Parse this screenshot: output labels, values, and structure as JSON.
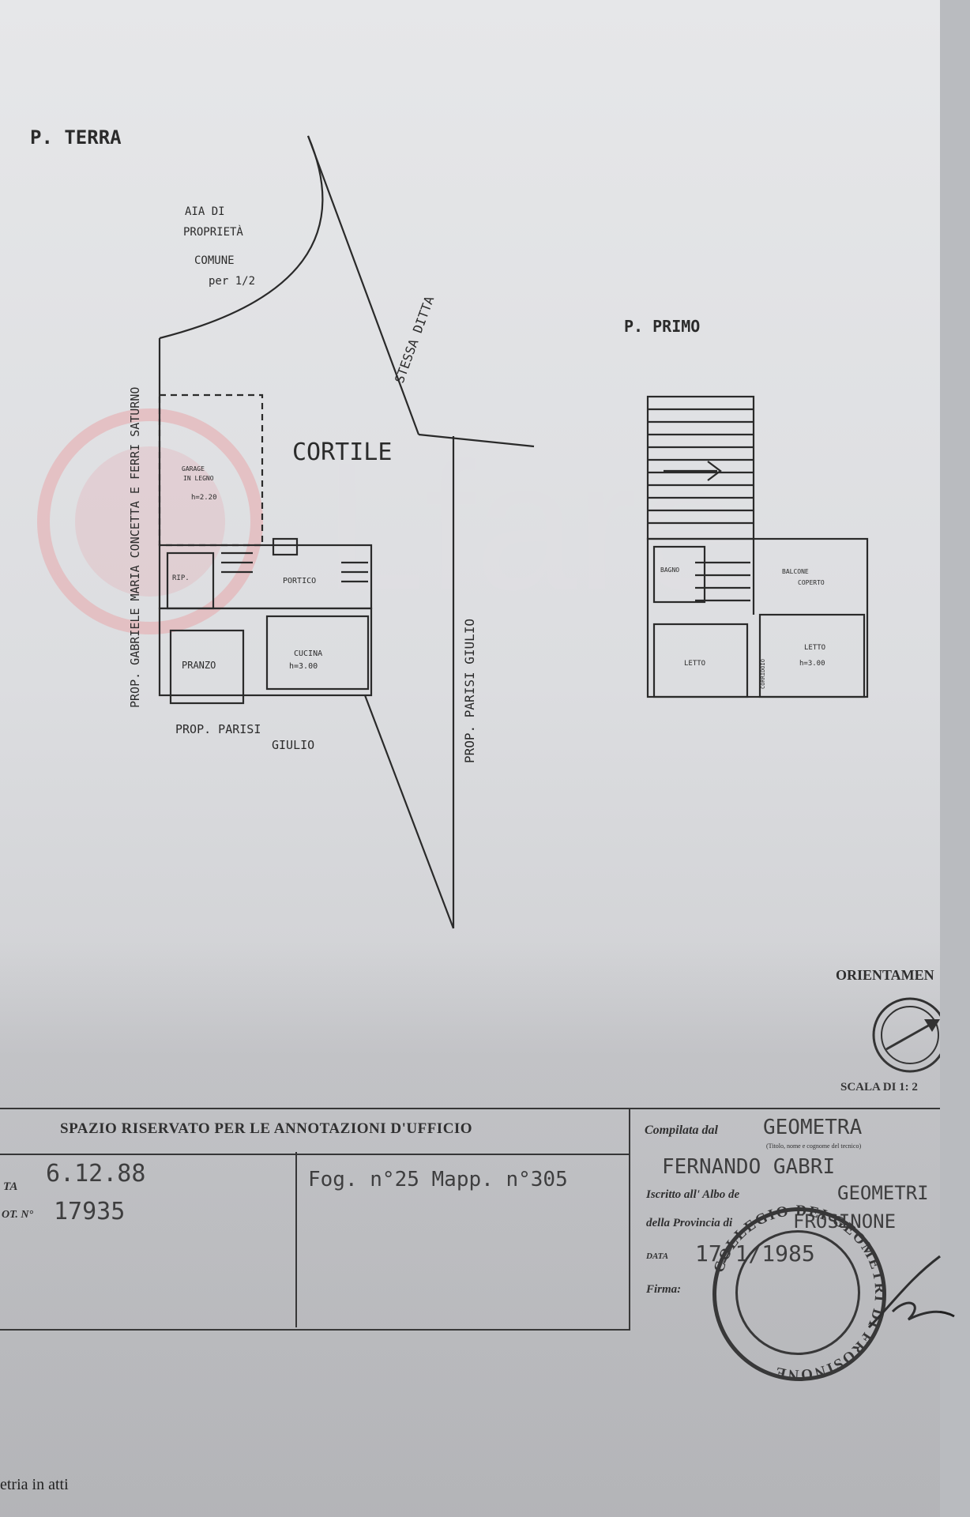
{
  "drawing": {
    "ground_floor_label": "P. TERRA",
    "first_floor_label": "P. PRIMO",
    "aia_lines": [
      "AIA DI",
      "PROPRIETÀ",
      "COMUNE",
      "per 1/2"
    ],
    "stessa_ditta": "STESSA DITTA",
    "prop_gabriele": "PROP. GABRIELE MARIA CONCETTA E FERRI SATURNO",
    "prop_parisi_bottom": [
      "PROP. PARISI",
      "GIULIO"
    ],
    "prop_parisi_vertical": "PROP. PARISI GIULIO",
    "cortile": "CORTILE",
    "rooms_ground": {
      "garage": [
        "GARAGE",
        "IN LEGNO",
        "h=2.20"
      ],
      "rip": "RIP.",
      "portico": "PORTICO",
      "pranzo": "PRANZO",
      "cucina": [
        "CUCINA",
        "h=3.00"
      ]
    },
    "rooms_first": {
      "bagno": "BAGNO",
      "balcone": [
        "BALCONE",
        "COPERTO"
      ],
      "letto_left": "LETTO",
      "corridoio": "CORRIDOIO",
      "letto_right": [
        "LETTO",
        "h=3.00"
      ]
    },
    "orientation_label": "ORIENTAMEN",
    "scale_label": "SCALA DI 1: 2"
  },
  "watermark": {
    "text": "Lfare",
    "color": "#e7a7ab"
  },
  "office": {
    "header": "SPAZIO RISERVATO PER LE ANNOTAZIONI D'UFFICIO",
    "data_label": "TA",
    "data_value": "6.12.88",
    "prot_label": "OT. N°",
    "prot_value": "17935",
    "foglio": "Fog. n°25 Mapp. n°305"
  },
  "compiler": {
    "compilata_label": "Compilata dal",
    "compilata_value": "GEOMETRA",
    "compilata_note": "(Titolo, nome e cognome del tecnico)",
    "name_value": "FERNANDO GABRI",
    "iscritto_label": "Iscritto all' Albo de",
    "iscritto_value": "GEOMETRI",
    "provincia_label": "della Provincia di",
    "provincia_value": "FROSINONE",
    "data_label": "DATA",
    "data_value": "17/1/1985",
    "firma_label": "Firma:",
    "stamp_text": "COLLEGIO DEI GEOMETRI DI FROSINONE"
  },
  "footer_text": "etria in atti"
}
